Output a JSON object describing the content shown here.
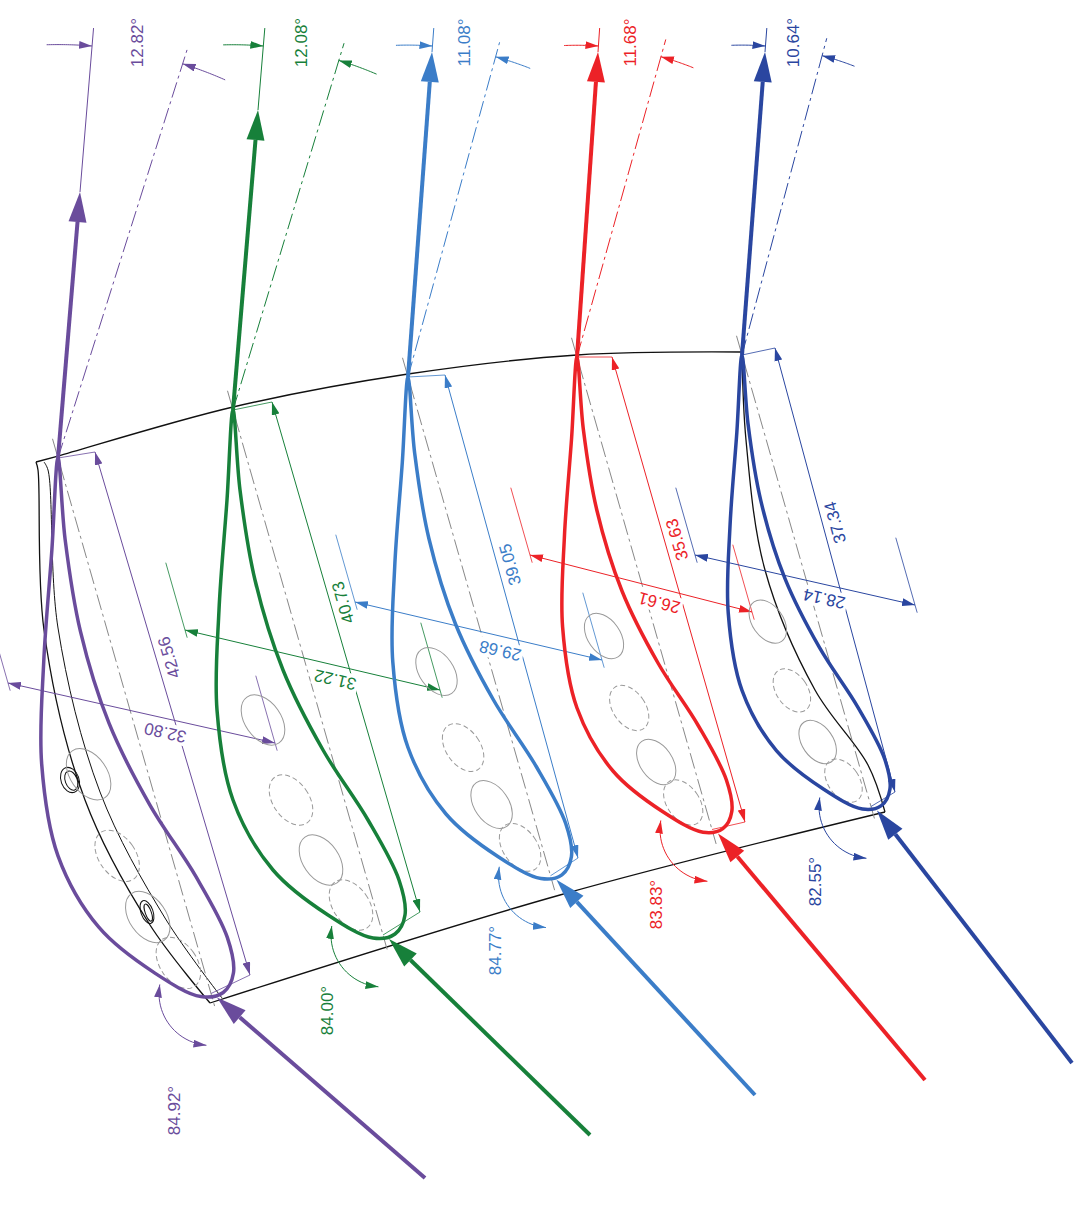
{
  "diagram": {
    "labels": [
      "12.82°",
      "12.08°",
      "11.08°",
      "11.68°",
      "10.64°",
      "42.56",
      "32.80",
      "84.92°",
      "40.73",
      "31.22",
      "84.00°",
      "39.05",
      "29.68",
      "84.77°",
      "35.63",
      "26.61",
      "83.83°",
      "37.34",
      "28.14",
      "82.55°"
    ]
  }
}
